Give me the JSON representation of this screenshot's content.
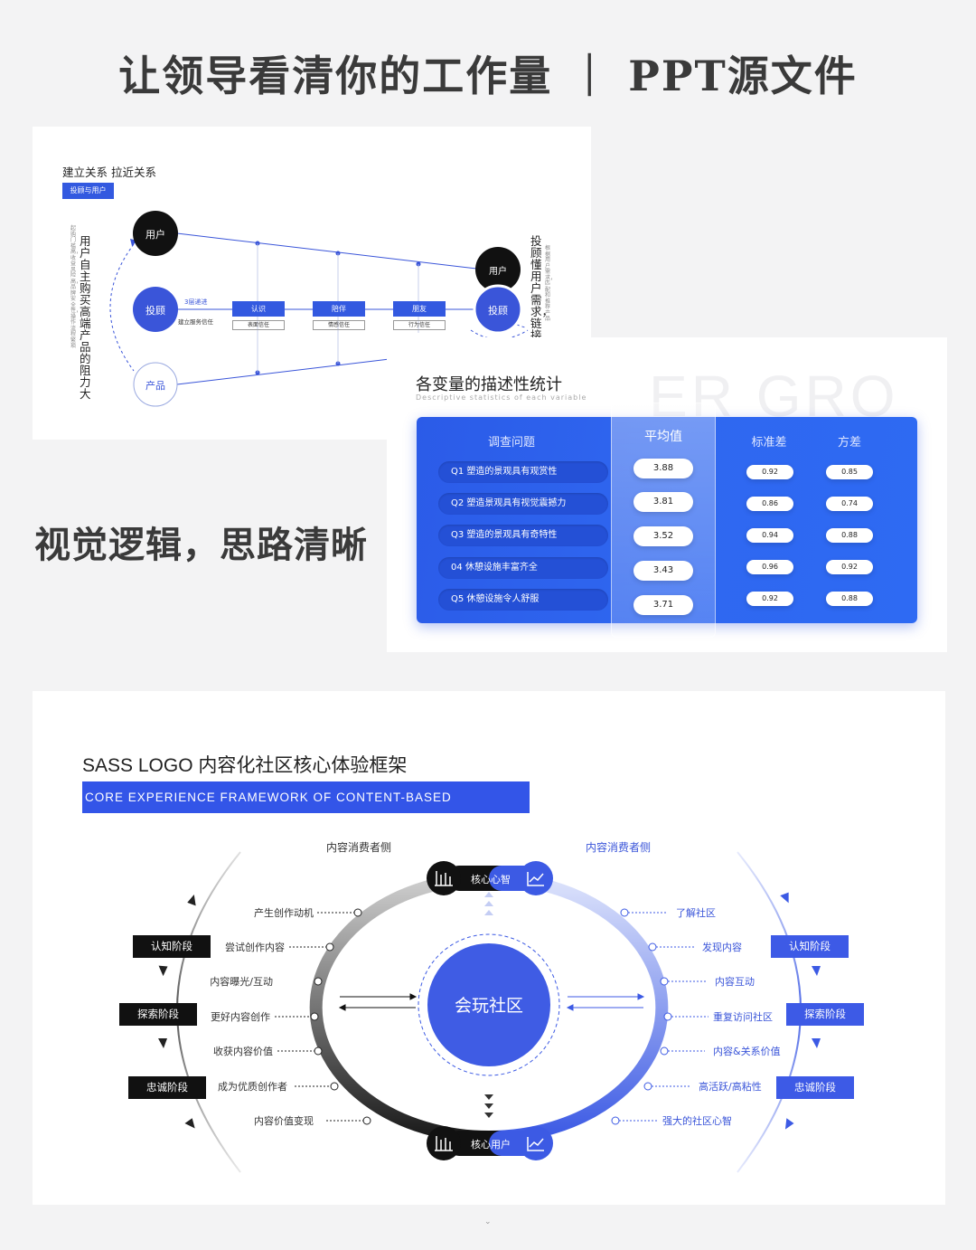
{
  "header": {
    "title": "让领导看清你的工作量 ｜ PPT源文件",
    "tagline": "视觉逻辑，思路清晰"
  },
  "slide1": {
    "title": "建立关系 拉近关系",
    "tag": "投顾与用户",
    "left_vertical_title": "用户自主购买高端产品的阻力大",
    "left_vertical_note": "起购门槛高，收益风险高，品牌安全性，操作流程繁琐",
    "right_vertical_title": "投顾懂用户需求，链接",
    "right_vertical_note": "根据用户需求，匹配和推荐产品",
    "nodes": {
      "user_left": "用户",
      "advisor_left": "投顾",
      "product": "产品",
      "user_right": "用户",
      "advisor_right": "投顾"
    },
    "channel_label": "3层递进",
    "channel_sub": "建立服务信任",
    "steps": [
      {
        "label": "认识",
        "sub": "表面信任"
      },
      {
        "label": "陪伴",
        "sub": "情感信任"
      },
      {
        "label": "朋友",
        "sub": "行为信任"
      }
    ]
  },
  "slide2": {
    "title": "各变量的描述性统计",
    "subtitle": "Descriptive statistics of each variable",
    "watermark": "ER GRO",
    "headers": {
      "question": "调查问题",
      "mean": "平均值",
      "sd": "标准差",
      "var": "方差"
    },
    "rows": [
      {
        "q": "Q1 塑造的景观具有观赏性",
        "mean": "3.88",
        "sd": "0.92",
        "var": "0.85"
      },
      {
        "q": "Q2 塑造景观具有视觉震撼力",
        "mean": "3.81",
        "sd": "0.86",
        "var": "0.74"
      },
      {
        "q": "Q3 塑造的景观具有奇特性",
        "mean": "3.52",
        "sd": "0.94",
        "var": "0.88"
      },
      {
        "q": "04 休憩设施丰富齐全",
        "mean": "3.43",
        "sd": "0.96",
        "var": "0.92"
      },
      {
        "q": "Q5 休憩设施令人舒服",
        "mean": "3.71",
        "sd": "0.92",
        "var": "0.88"
      }
    ]
  },
  "slide3": {
    "title": "SASS LOGO  内容化社区核心体验框架",
    "banner": "CORE EXPERIENCE FRAMEWORK OF CONTENT-BASED COMMUNITY.",
    "left_side_title": "内容消费者侧",
    "right_side_title": "内容消费者侧",
    "center": "会玩社区",
    "top_node": "核心心智",
    "bottom_node": "核心用户",
    "left_items": [
      "产生创作动机",
      "尝试创作内容",
      "内容曝光/互动",
      "更好内容创作",
      "收获内容价值",
      "成为优质创作者",
      "内容价值变现"
    ],
    "right_items": [
      "了解社区",
      "发现内容",
      "内容互动",
      "重复访问社区",
      "内容&关系价值",
      "高活跃/高粘性",
      "强大的社区心智"
    ],
    "left_stages": [
      "认知阶段",
      "探索阶段",
      "忠诚阶段"
    ],
    "right_stages": [
      "认知阶段",
      "探索阶段",
      "忠诚阶段"
    ]
  },
  "footer": {
    "mark": "⌄"
  },
  "colors": {
    "accent": "#3355e8",
    "dark": "#111111"
  }
}
